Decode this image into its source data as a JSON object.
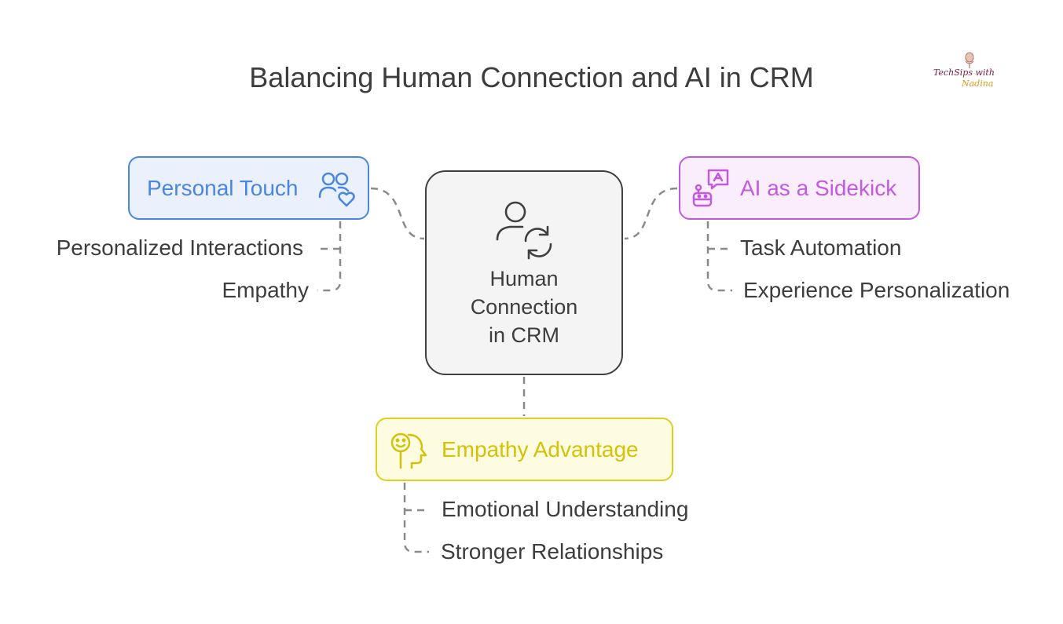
{
  "title": "Balancing Human Connection and AI in CRM",
  "logo": {
    "line1": "TechSips with",
    "line2": "Nadina",
    "icon": "microphone-icon"
  },
  "center": {
    "lines": [
      "Human",
      "Connection",
      "in CRM"
    ],
    "icon": "user-sync-icon"
  },
  "branches": {
    "personal": {
      "label": "Personal Touch",
      "icon": "users-heart-icon",
      "color": "#4a86e0",
      "items": [
        "Personalized Interactions",
        "Empathy"
      ]
    },
    "ai": {
      "label": "AI as a Sidekick",
      "icon": "robot-chat-icon",
      "color": "#c25ae0",
      "items": [
        "Task Automation",
        "Experience Personalization"
      ]
    },
    "empathy": {
      "label": "Empathy Advantage",
      "icon": "smiling-head-icon",
      "color": "#ddd020",
      "items": [
        "Emotional Understanding",
        "Stronger Relationships"
      ]
    }
  }
}
